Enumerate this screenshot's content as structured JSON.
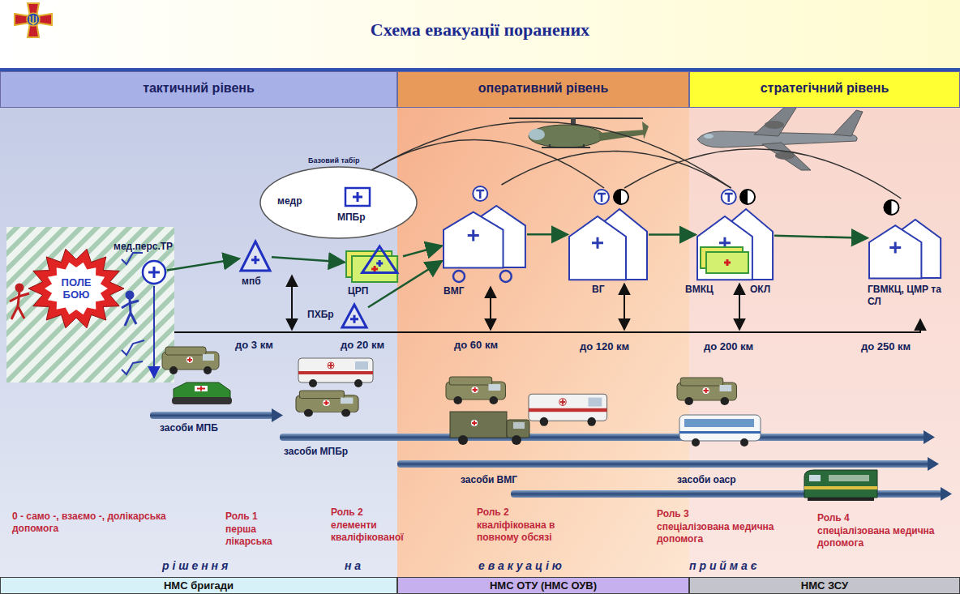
{
  "diagram": {
    "title": "Схема евакуації поранених",
    "nodes": [
      {
        "text": [
          "тактичний рівень"
        ]
      },
      {
        "text": [
          "оперативний рівень"
        ]
      },
      {
        "text": [
          "стратегічний рівень"
        ]
      },
      {
        "text": [
          "ПОЛЕ БОЮ"
        ]
      },
      {
        "text": [
          "мед.перс.ТР"
        ]
      },
      {
        "text": [
          "Базовий табір",
          "медр"
        ]
      },
      {
        "text": [
          "МПБр"
        ],
        "in": 5
      },
      {
        "text": [
          "мпб"
        ]
      },
      {
        "text": [
          "ЦРП"
        ]
      },
      {
        "text": [
          "ПХБр"
        ]
      },
      {
        "text": [
          "ВМГ"
        ]
      },
      {
        "text": [
          "ВГ"
        ]
      },
      {
        "text": [
          "ВМКЦ",
          "ОКЛ"
        ]
      },
      {
        "text": [
          "ГВМКЦ, ЦМР та СЛ"
        ]
      },
      {
        "text": [
          "НМС бригади"
        ]
      },
      {
        "text": [
          "НМС ОТУ (НМС ОУВ)"
        ]
      },
      {
        "text": [
          "НМС ЗСУ"
        ]
      }
    ],
    "edges": [
      {
        "from": 4,
        "to": 7,
        "arrow": "to"
      },
      {
        "from": 7,
        "to": 8,
        "arrow": "to"
      },
      {
        "from": 8,
        "to": 10,
        "arrow": "to"
      },
      {
        "from": 9,
        "to": 10,
        "arrow": "to"
      },
      {
        "from": 10,
        "to": 11,
        "arrow": "to"
      },
      {
        "from": 11,
        "to": 12,
        "arrow": "to"
      },
      {
        "from": 12,
        "to": 13,
        "arrow": "to"
      },
      {
        "from": 5,
        "to": 11,
        "arrow": "none"
      },
      {
        "from": 5,
        "to": 12,
        "arrow": "none"
      },
      {
        "from": 10,
        "to": 12,
        "arrow": "none"
      },
      {
        "from": 11,
        "to": 13,
        "arrow": "none"
      }
    ],
    "labels": [
      "до 3 км",
      "до 20 км",
      "до 60 км",
      "до 120 км",
      "до 200 км",
      "до 250 км",
      "засоби МПБ",
      "засоби МПБр",
      "засоби ВМГ",
      "засоби оаср",
      "0 - само -, взаємо -, долікарська допомога",
      "Роль 1",
      "перша лікарська",
      "Роль 2",
      "елементи кваліфікованої",
      "Роль 2",
      "кваліфікована в повному обсязі",
      "Роль 3",
      "спеціалізована медична допомога",
      "Роль 4",
      "спеціалізована медична допомога",
      "р і ш е н н я",
      "н а",
      "е в а к у а ц і ю",
      "п р и й м а є"
    ]
  }
}
